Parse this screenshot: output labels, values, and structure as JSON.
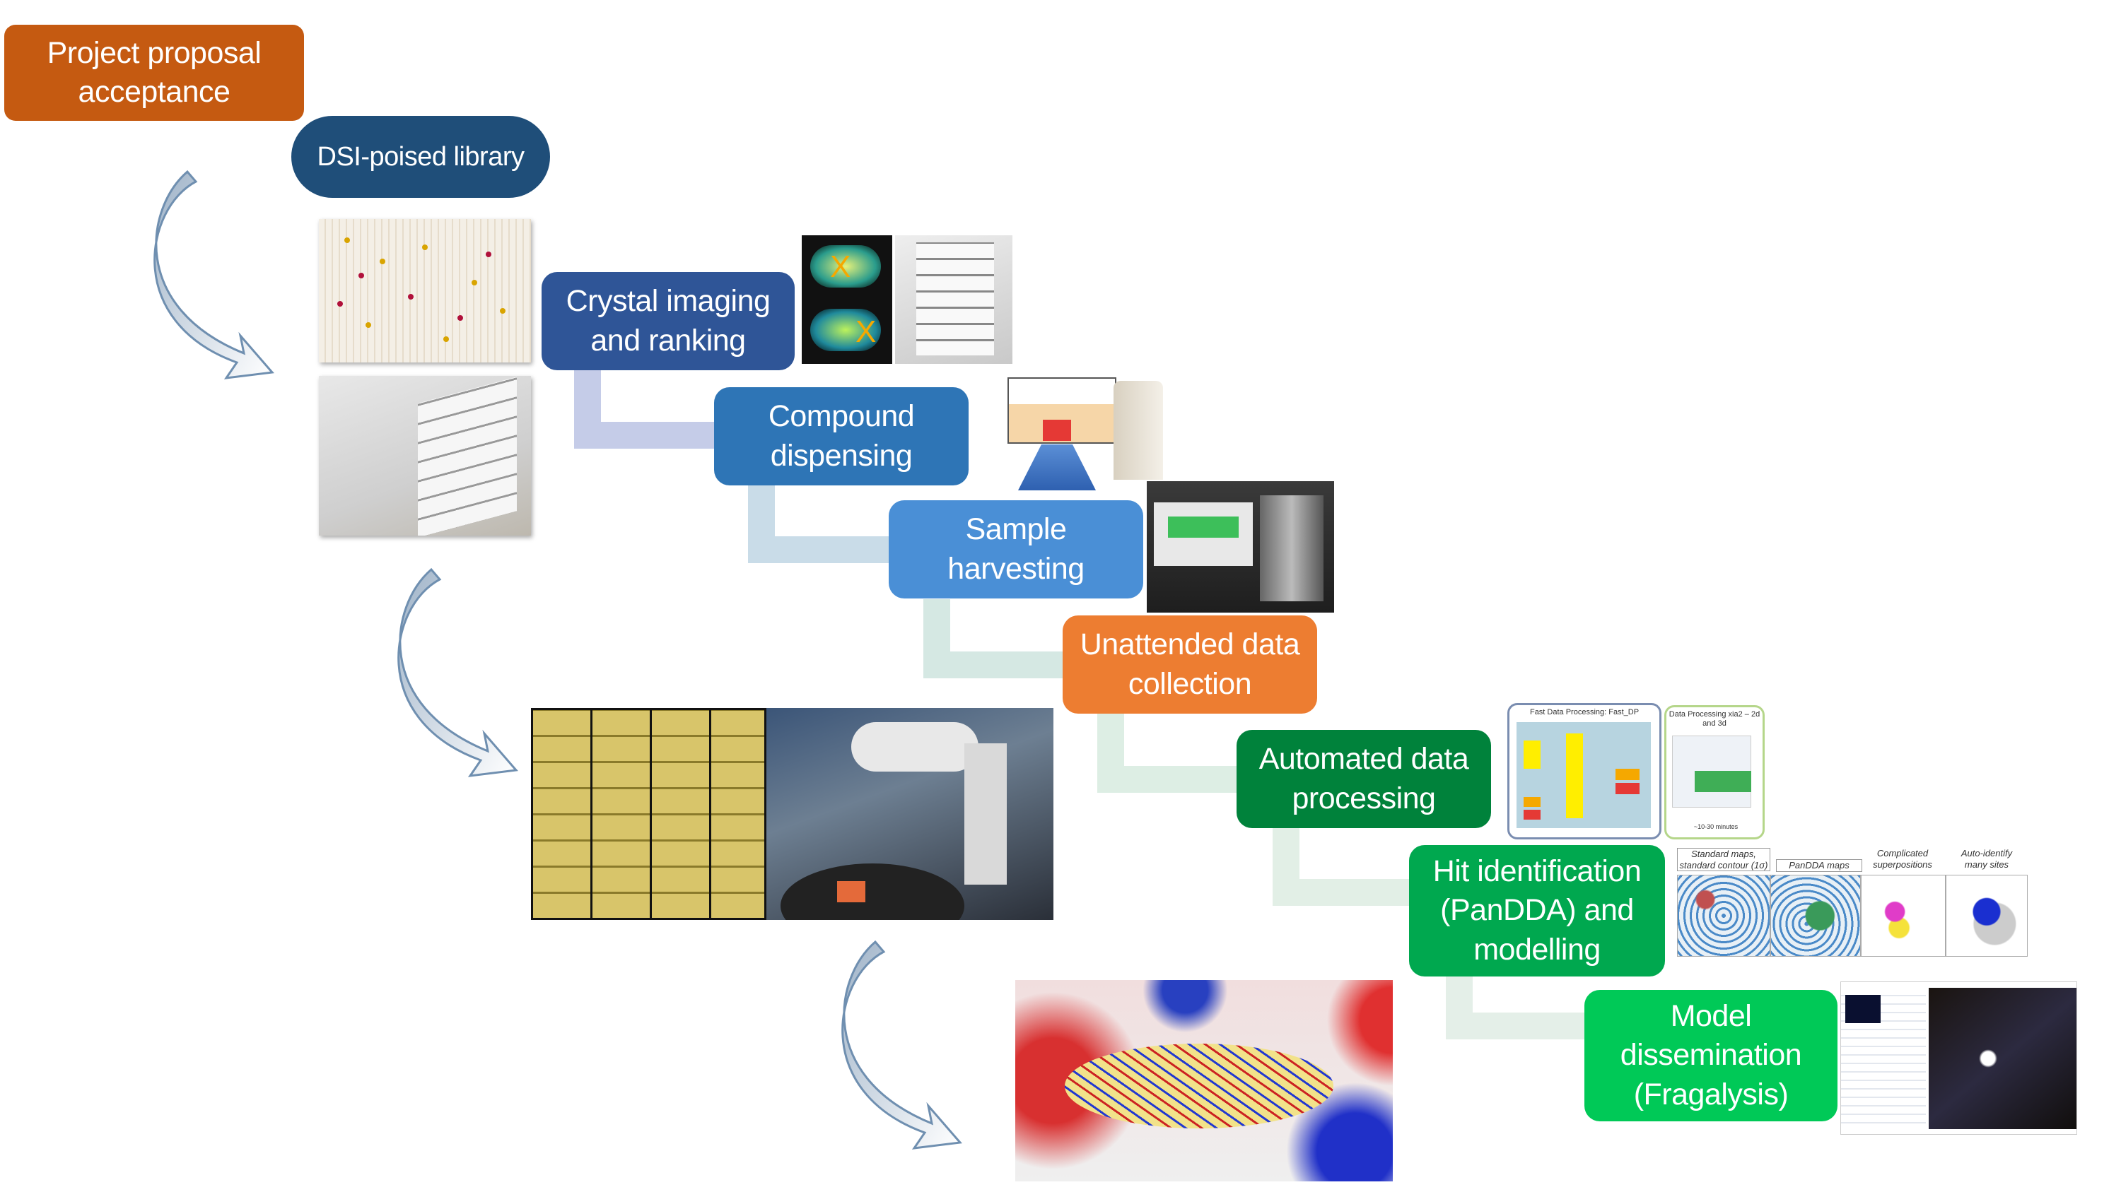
{
  "steps": {
    "proposal": {
      "label": "Project proposal acceptance",
      "color": "#C55A11"
    },
    "library": {
      "label": "DSI-poised library",
      "color": "#1F4E79"
    },
    "imaging": {
      "label": "Crystal imaging and ranking",
      "color": "#2F5597"
    },
    "dispensing": {
      "label": "Compound dispensing",
      "color": "#2E75B6"
    },
    "harvesting": {
      "label": "Sample harvesting",
      "color": "#4A8FD6"
    },
    "collection": {
      "label": "Unattended data collection",
      "color": "#ED7D31"
    },
    "processing": {
      "label": "Automated data processing",
      "color": "#00823B"
    },
    "hit": {
      "label": "Hit identification (PanDDA) and modelling",
      "color": "#00A84F"
    },
    "dissemination": {
      "label": "Model dissemination (Fragalysis)",
      "color": "#00C957"
    }
  },
  "images": {
    "fastdp_title": "Fast Data Processing: Fast_DP",
    "xia2_title": "Data Processing xia2 – 2d and 3d",
    "xia2_time": "~10-30 minutes",
    "pandda_captions": [
      "Standard maps, standard contour (1σ)",
      "PanDDA maps",
      "Complicated superpositions",
      "Auto-identify many sites"
    ],
    "crystal_marks": [
      "X",
      "X"
    ]
  },
  "icons": [
    "curved-arrow-icon",
    "curved-arrow-icon",
    "curved-arrow-icon"
  ]
}
